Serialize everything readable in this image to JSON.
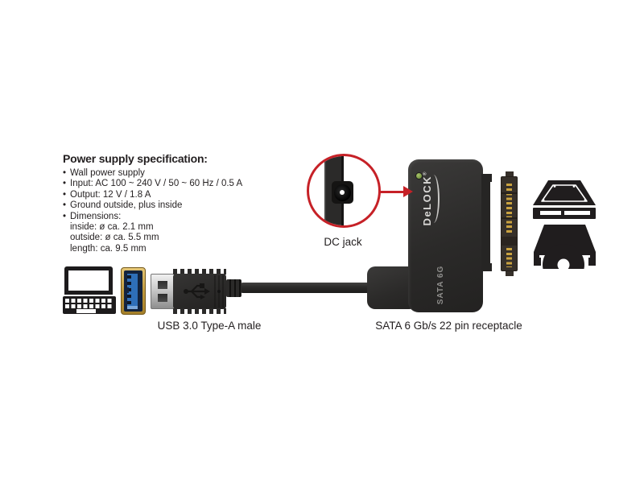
{
  "spec": {
    "title": "Power supply specification:",
    "bullets": [
      "Wall power supply",
      "Input: AC 100 ~ 240 V / 50 ~ 60 Hz / 0.5 A",
      "Output: 12 V / 1.8 A",
      "Ground outside, plus inside",
      "Dimensions:"
    ],
    "details": [
      "inside: ø ca. 2.1 mm",
      "outside: ø ca. 5.5 mm",
      "length: ca. 9.5 mm"
    ]
  },
  "callout": {
    "label": "DC jack"
  },
  "device": {
    "brand": "DeLOCK",
    "reg": "®",
    "marking": "SATA 6G"
  },
  "labels": {
    "usb_connector": "USB 3.0 Type-A male",
    "sata_connector": "SATA 6 Gb/s 22 pin receptacle"
  },
  "colors": {
    "callout_red": "#c62127",
    "device_black": "#2b2a29",
    "led_green": "#74923c",
    "usb_blue": "#2e6fb8",
    "port_gold": "#c09a3e",
    "pin_gold": "#caa23f",
    "text": "#231f20"
  },
  "icons": {
    "laptop": "laptop-icon",
    "usb_port": "usb3-port-icon",
    "usb_plug": "usb3-plug-icon",
    "dc_jack": "dc-jack-icon",
    "hdd": "hdd-icon",
    "optical_drive": "optical-drive-icon",
    "sata_connector": "sata-22pin-connector-icon",
    "power_led": "power-led-icon",
    "callout_arrow": "callout-arrow-icon"
  }
}
